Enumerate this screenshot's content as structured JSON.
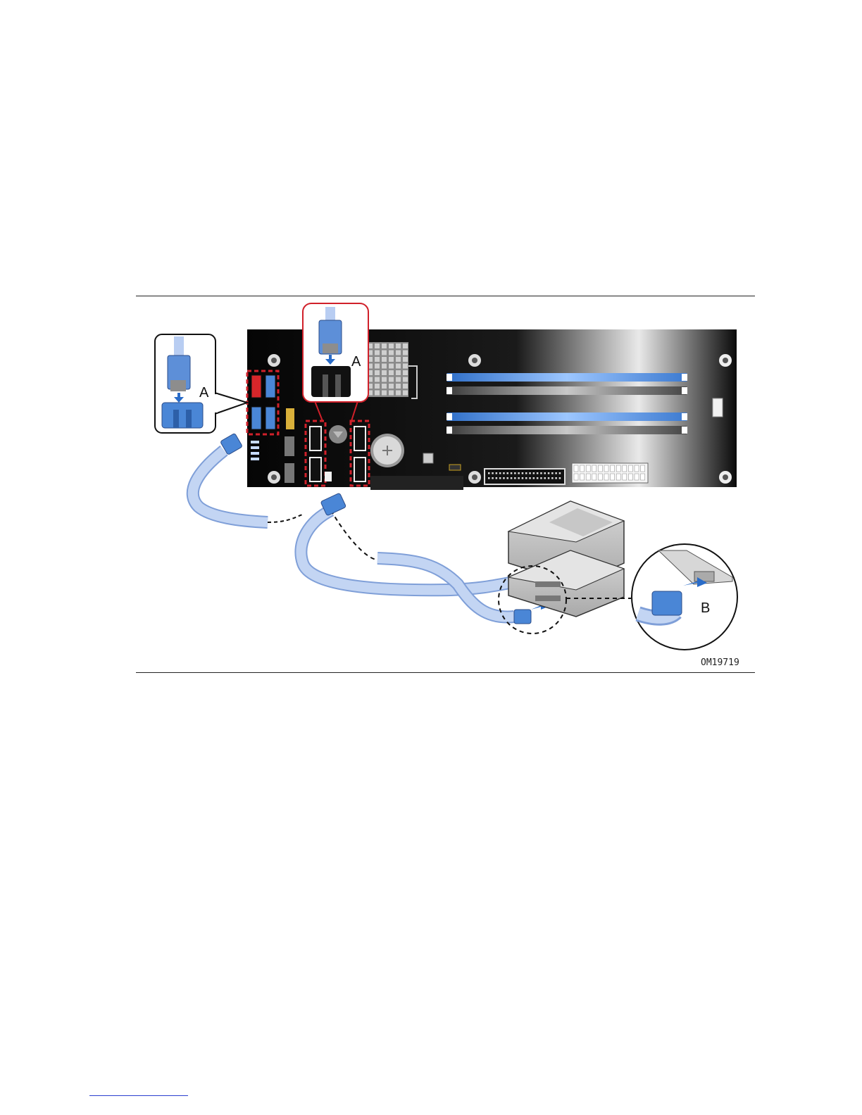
{
  "figure": {
    "callout_a_left": "A",
    "callout_a_top": "A",
    "callout_b": "B",
    "figure_id": "OM19719"
  },
  "colors": {
    "board": "#0c0c0c",
    "sata_blue": "#4a86d6",
    "sata_red": "#d8262a",
    "cable": "#b6cbef",
    "highlight": "#d0202a"
  }
}
